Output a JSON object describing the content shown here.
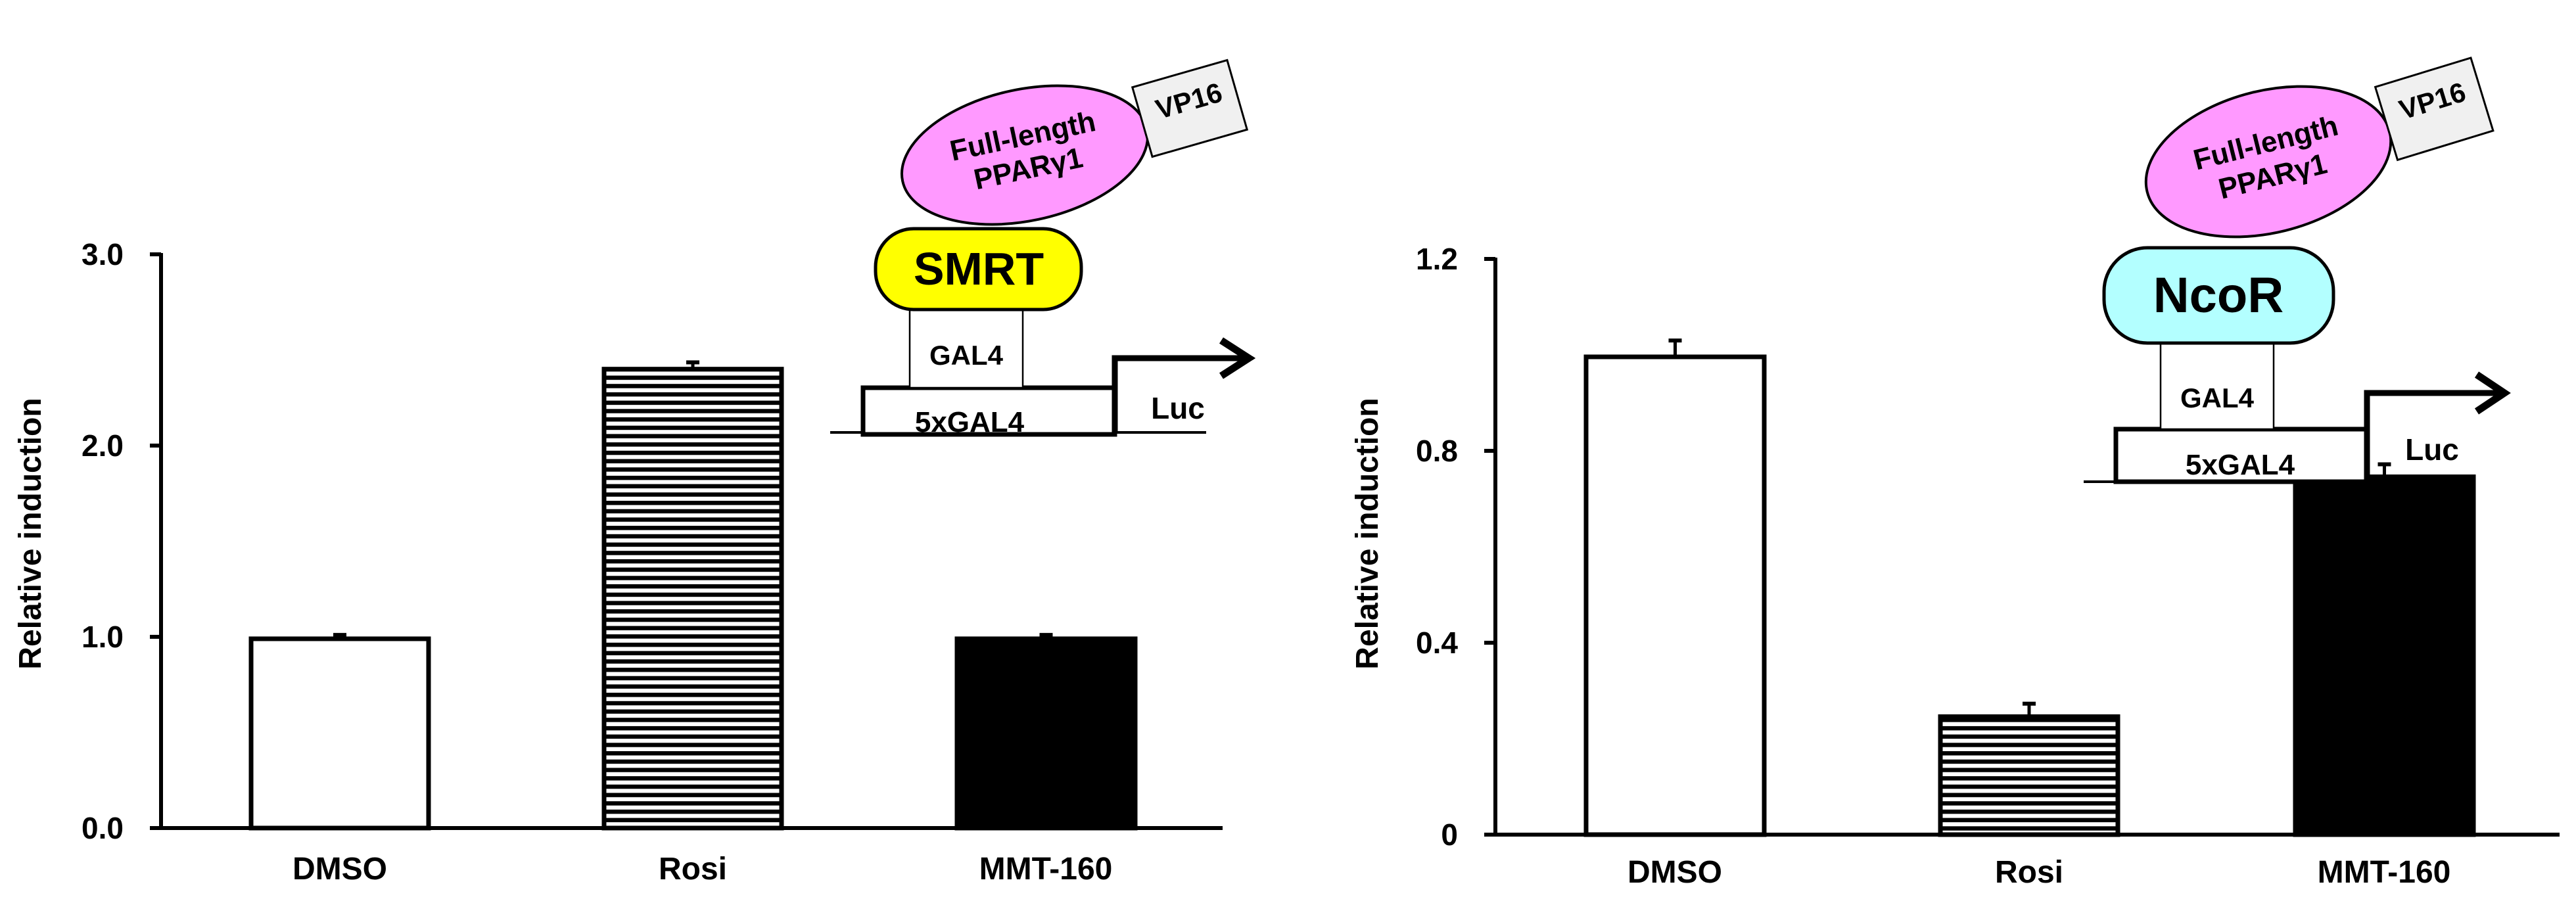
{
  "chart_data": [
    {
      "type": "bar",
      "title": "",
      "xlabel": "",
      "ylabel": "Relative induction",
      "ylim": [
        0,
        3.0
      ],
      "yticks": [
        "0.0",
        "1.0",
        "2.0",
        "3.0"
      ],
      "ytick_values": [
        0,
        1,
        2,
        3
      ],
      "categories": [
        "DMSO",
        "Rosi",
        "MMT-160"
      ],
      "values": [
        1.0,
        2.41,
        1.0
      ],
      "errors": [
        0.01,
        0.025,
        0.01
      ],
      "bar_patterns": [
        "white",
        "horizontal-stripes",
        "black"
      ],
      "grid": false,
      "annotation": {
        "ligand_domain": "Full-length",
        "ligand_domain_line2": "PPARγ1",
        "activation_domain": "VP16",
        "corepressor": "SMRT",
        "corepressor_color": "#FFFF00",
        "dbd": "GAL4",
        "promoter": "5xGAL4",
        "reporter": "Luc"
      }
    },
    {
      "type": "bar",
      "title": "",
      "xlabel": "",
      "ylabel": "Relative induction",
      "ylim": [
        0,
        1.2
      ],
      "yticks": [
        "0",
        "0.4",
        "0.8",
        "1.2"
      ],
      "ytick_values": [
        0,
        0.4,
        0.8,
        1.2
      ],
      "categories": [
        "DMSO",
        "Rosi",
        "MMT-160"
      ],
      "values": [
        1.0,
        0.25,
        0.75
      ],
      "errors": [
        0.03,
        0.023,
        0.022
      ],
      "bar_patterns": [
        "white",
        "horizontal-stripes",
        "black"
      ],
      "grid": false,
      "annotation": {
        "ligand_domain": "Full-length",
        "ligand_domain_line2": "PPARγ1",
        "activation_domain": "VP16",
        "corepressor": "NcoR",
        "corepressor_color": "#B3FFFF",
        "dbd": "GAL4",
        "promoter": "5xGAL4",
        "reporter": "Luc"
      }
    }
  ],
  "colors": {
    "ppar_fill": "#FF99FF",
    "vp16_fill": "#F0F0F0",
    "smrt_fill": "#FFFF00",
    "ncor_fill": "#B3FFFF",
    "axis": "#000000"
  }
}
